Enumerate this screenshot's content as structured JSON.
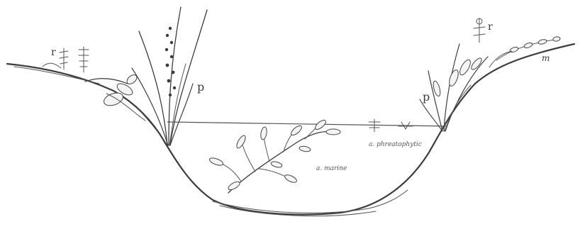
{
  "labels": {
    "left_bank_r": "r",
    "left_bank_p": "p",
    "right_bank_r": "r",
    "right_bank_p": "p",
    "right_bank_m": "m",
    "floating_label": "a. phreatophytic",
    "submerged_label": "a. marine"
  },
  "icons": {
    "left_reeds": "reed-cluster",
    "right_reeds": "reed-cluster",
    "submerged_plant": "submerged-branching-plant",
    "floating_plants": "floating-plant"
  },
  "colors": {
    "ink": "#3d3d3d",
    "background": "#ffffff"
  }
}
